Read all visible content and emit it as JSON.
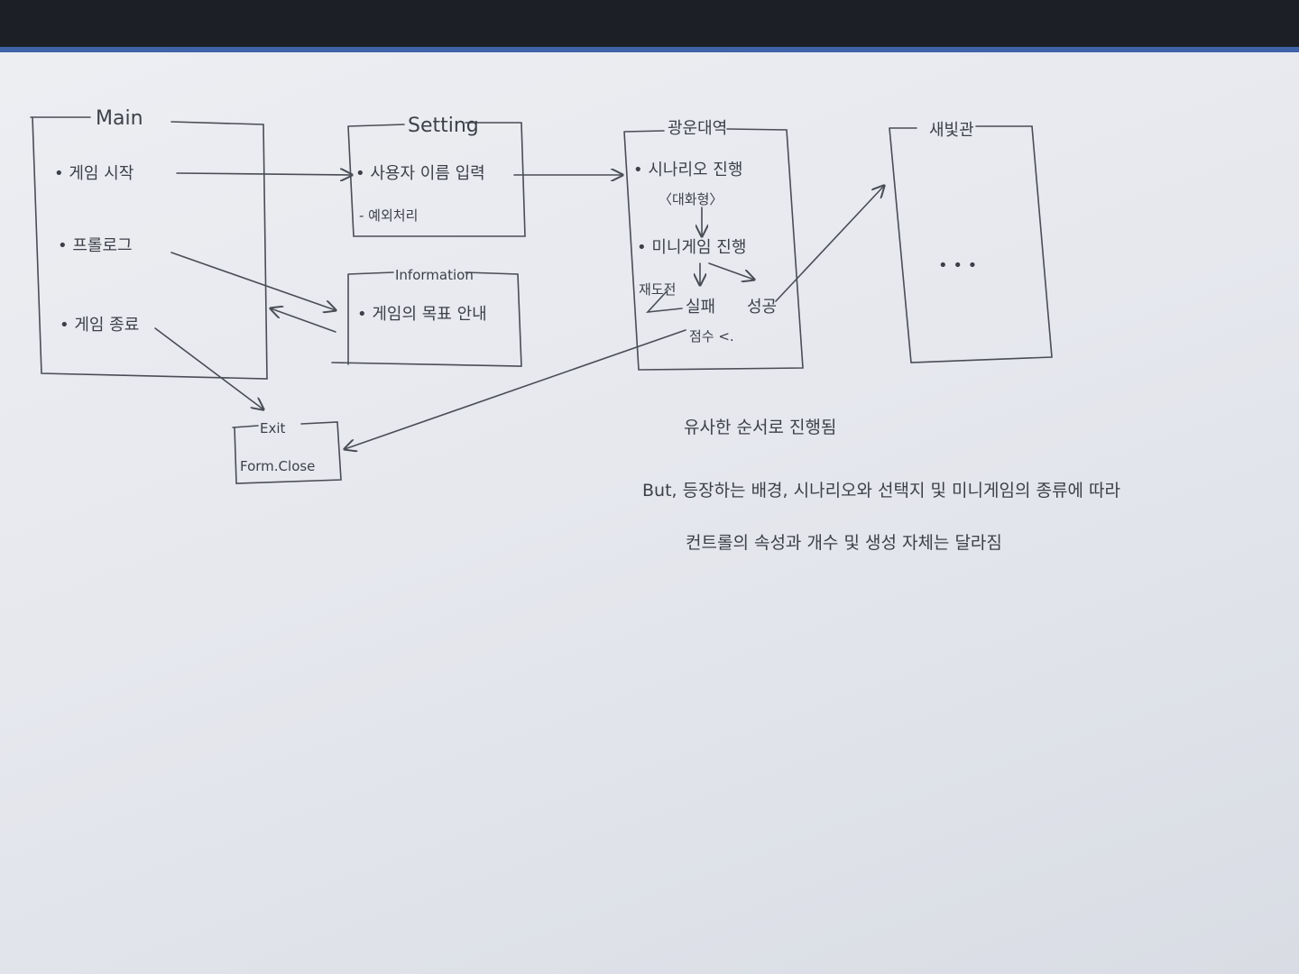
{
  "boxes": {
    "main": {
      "title": "Main",
      "items": [
        "• 게임 시작",
        "• 프롤로그",
        "• 게임 종료"
      ]
    },
    "setting": {
      "title": "Setting",
      "items": [
        "• 사용자 이름 입력",
        "- 예외처리"
      ]
    },
    "information": {
      "title": "Information",
      "items": [
        "• 게임의 목표 안내"
      ]
    },
    "exit": {
      "title": "Exit",
      "items": [
        "Form.Close"
      ]
    },
    "chapter1": {
      "title": "광운대역",
      "items": [
        "• 시나리오 진행",
        "〈대화형〉",
        "• 미니게임 진행",
        "재도전",
        "실패",
        "성공",
        "점수 <."
      ]
    },
    "chapter2": {
      "title": "새빛관",
      "items": [
        "• • •"
      ]
    }
  },
  "notes": {
    "line1": "유사한 순서로 진행됨",
    "line2": "But, 등장하는 배경, 시나리오와 선택지 및 미니게임의 종류에 따라",
    "line3": "컨트롤의 속성과 개수 및 생성 자체는 달라짐"
  }
}
